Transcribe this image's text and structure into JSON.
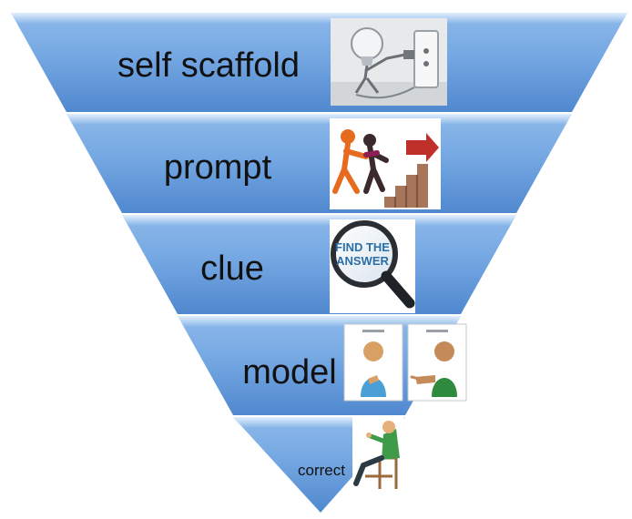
{
  "levels": [
    {
      "label": "self scaffold",
      "image": "lightbulb-figure-plugging-in-icon"
    },
    {
      "label": "prompt",
      "image": "figures-pushing-up-stairs-icon"
    },
    {
      "label": "clue",
      "image": "magnifying-glass-find-the-answer-icon"
    },
    {
      "label": "model",
      "image": "two-boys-pointing-symbol-cards-icon"
    },
    {
      "label": "correct",
      "image": "person-reclining-in-chair-icon"
    }
  ],
  "find_answer_text": {
    "line1": "FIND THE",
    "line2": "ANSWER"
  },
  "colors": {
    "band_dark": "#5b93d6",
    "band_light": "#c9e0f9",
    "band_edge": "#e4f0fc",
    "text": "#111111"
  }
}
